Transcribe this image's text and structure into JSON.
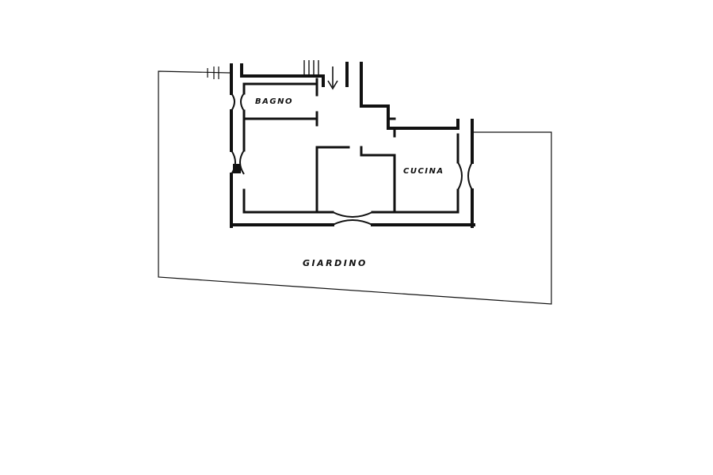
{
  "plan": {
    "rooms": {
      "bathroom": "BAGNO",
      "kitchen": "CUCINA"
    },
    "garden": "GIARDINO",
    "colors": {
      "ink": "#111111",
      "paper": "#ffffff"
    }
  }
}
